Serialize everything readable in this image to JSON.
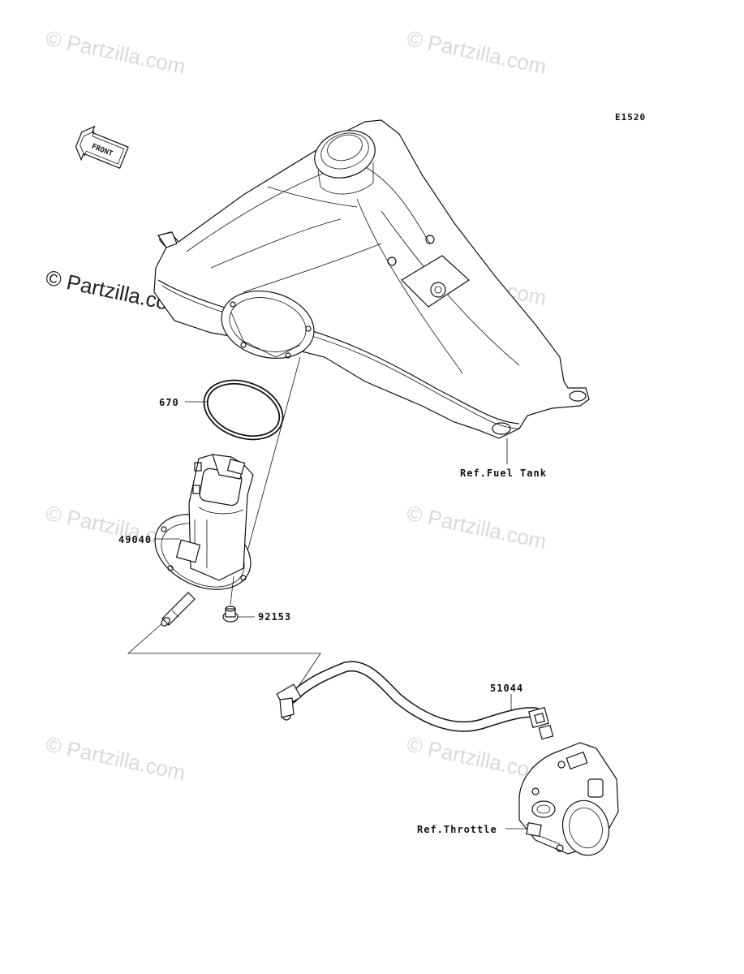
{
  "diagram_code": "E1520",
  "front_label": "FRONT",
  "watermark": "© Partzilla.com",
  "parts": {
    "gasket": "670",
    "fuel_pump": "49040",
    "bolt": "92153",
    "hose": "51044"
  },
  "refs": {
    "fuel_tank": "Ref.Fuel Tank",
    "throttle": "Ref.Throttle"
  }
}
